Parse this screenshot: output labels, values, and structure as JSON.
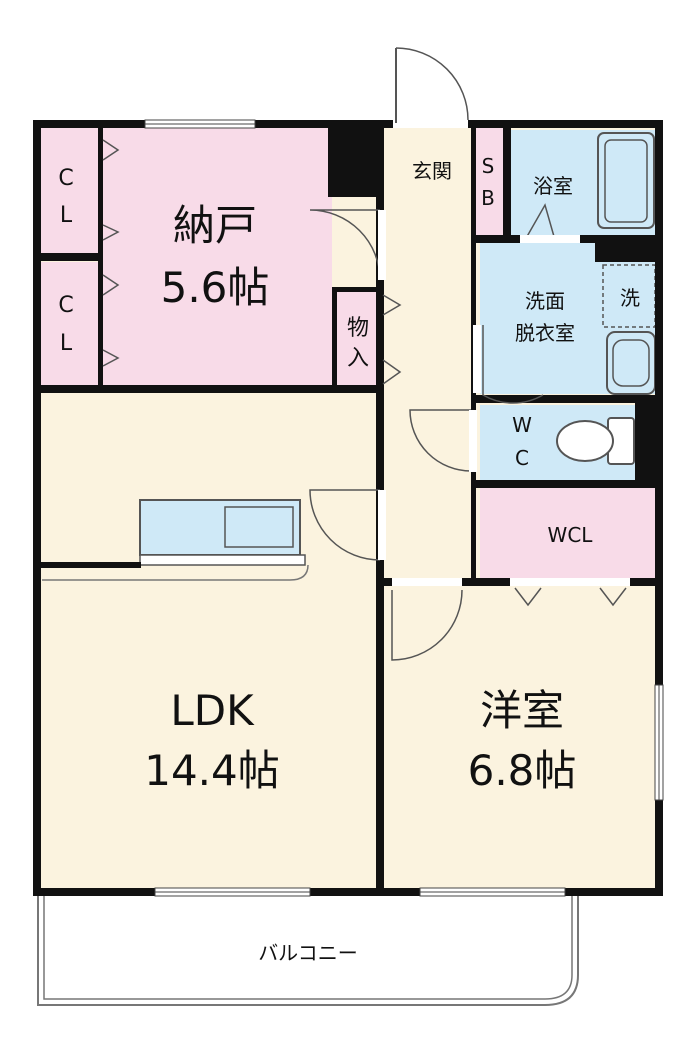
{
  "rooms": {
    "storage": {
      "name": "納戸",
      "size": "5.6帖",
      "color": "#f8dbe8"
    },
    "closet_upper": {
      "label": "C\nL",
      "color": "#f8dbe8"
    },
    "closet_lower": {
      "label": "C\nL",
      "color": "#f8dbe8"
    },
    "entrance": {
      "label": "玄関",
      "color": "#fbf3df"
    },
    "shoebox": {
      "label": "S\nB",
      "color": "#f8dbe8"
    },
    "bath": {
      "label": "浴室",
      "color": "#cfe9f7"
    },
    "washroom": {
      "label_line1": "洗面",
      "label_line2": "脱衣室",
      "color": "#cfe9f7"
    },
    "washer": {
      "label": "洗"
    },
    "storage_small": {
      "label": "物\n入"
    },
    "toilet": {
      "label": "W\nC",
      "color": "#cfe9f7"
    },
    "wcl": {
      "label": "WCL",
      "color": "#f8dbe8"
    },
    "ldk": {
      "name": "LDK",
      "size": "14.4帖",
      "color": "#fbf3df"
    },
    "western": {
      "name": "洋室",
      "size": "6.8帖",
      "color": "#fbf3df"
    },
    "balcony": {
      "label": "バルコニー"
    }
  },
  "colors": {
    "wall": "#111111",
    "floor": "#fbf3df",
    "pink": "#f8dbe8",
    "blue": "#cfe9f7",
    "kitchen": "#cfe9f7"
  }
}
